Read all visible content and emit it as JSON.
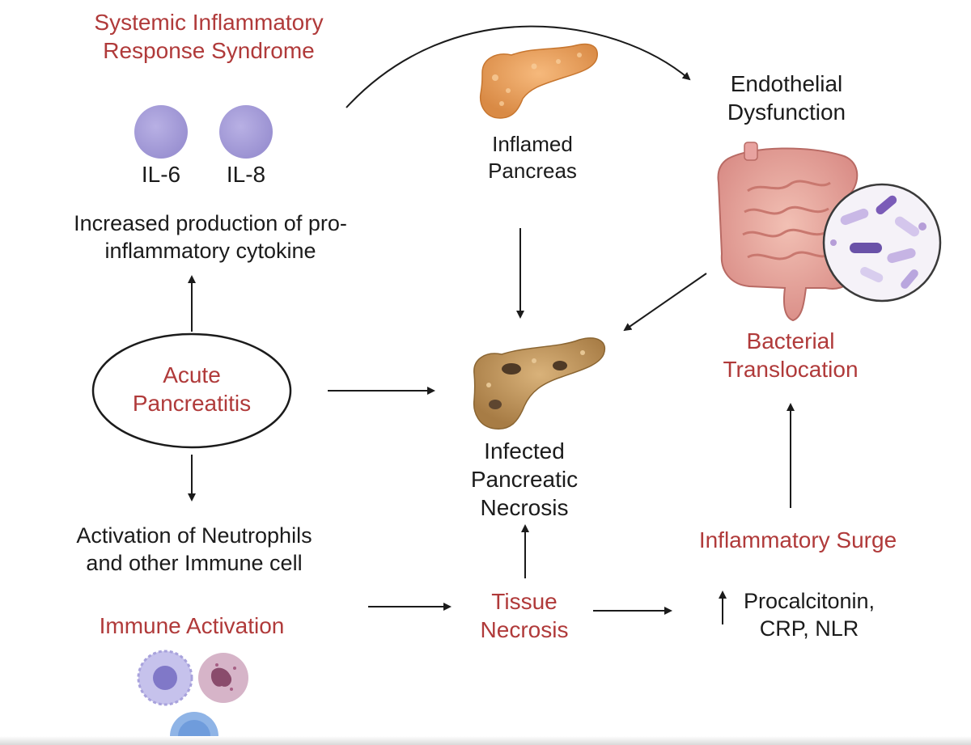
{
  "sirs": {
    "line1": "Systemic Inflammatory",
    "line2": "Response Syndrome"
  },
  "cytokines": {
    "il6": "IL-6",
    "il8": "IL-8"
  },
  "cytokine_production": {
    "line1": "Increased production of pro-",
    "line2": "inflammatory cytokine"
  },
  "acute_pancreatitis": {
    "line1": "Acute",
    "line2": "Pancreatitis"
  },
  "neutrophils": {
    "line1": "Activation of Neutrophils",
    "line2": "and other Immune cell"
  },
  "immune_activation": "Immune Activation",
  "inflamed_pancreas": {
    "line1": "Inflamed",
    "line2": "Pancreas"
  },
  "infected_necrosis": {
    "line1": "Infected",
    "line2": "Pancreatic",
    "line3": "Necrosis"
  },
  "tissue_necrosis": {
    "line1": "Tissue",
    "line2": "Necrosis"
  },
  "endothelial": {
    "line1": "Endothelial",
    "line2": "Dysfunction"
  },
  "bacterial": {
    "line1": "Bacterial",
    "line2": "Translocation"
  },
  "inflammatory_surge": "Inflammatory Surge",
  "markers": {
    "line1": "Procalcitonin,",
    "line2": "CRP, NLR"
  },
  "colors": {
    "red_text": "#b03a3a",
    "black_text": "#1b1b1b",
    "cytokine_circle": "#a8a0d8",
    "arrow": "#1b1b1b"
  },
  "icons": [
    "cytokine-circle",
    "inflamed-pancreas-icon",
    "necrotic-pancreas-icon",
    "intestine-icon",
    "bacteria-icon",
    "immune-cell-icon"
  ]
}
